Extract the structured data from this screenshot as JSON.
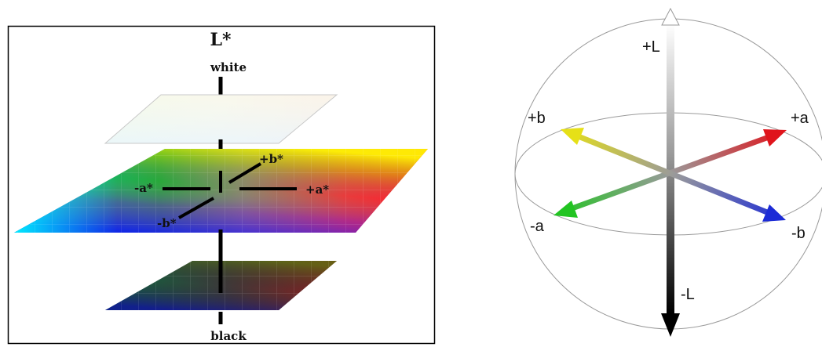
{
  "left_diagram": {
    "title": "L*",
    "top_label": "white",
    "bottom_label": "black",
    "axis_labels": {
      "plus_a": "+a*",
      "minus_a": "-a*",
      "plus_b": "+b*",
      "minus_b": "-b*"
    }
  },
  "right_diagram": {
    "labels": {
      "plus_L": "+L",
      "minus_L": "-L",
      "plus_a": "+a",
      "minus_a": "-a",
      "plus_b": "+b",
      "minus_b": "-b"
    },
    "axis_colors": {
      "plus_a": "#e0141c",
      "minus_a": "#22c422",
      "plus_b": "#e6e017",
      "minus_b": "#1c2bd6",
      "plus_L": "#ffffff",
      "minus_L": "#000000"
    }
  }
}
